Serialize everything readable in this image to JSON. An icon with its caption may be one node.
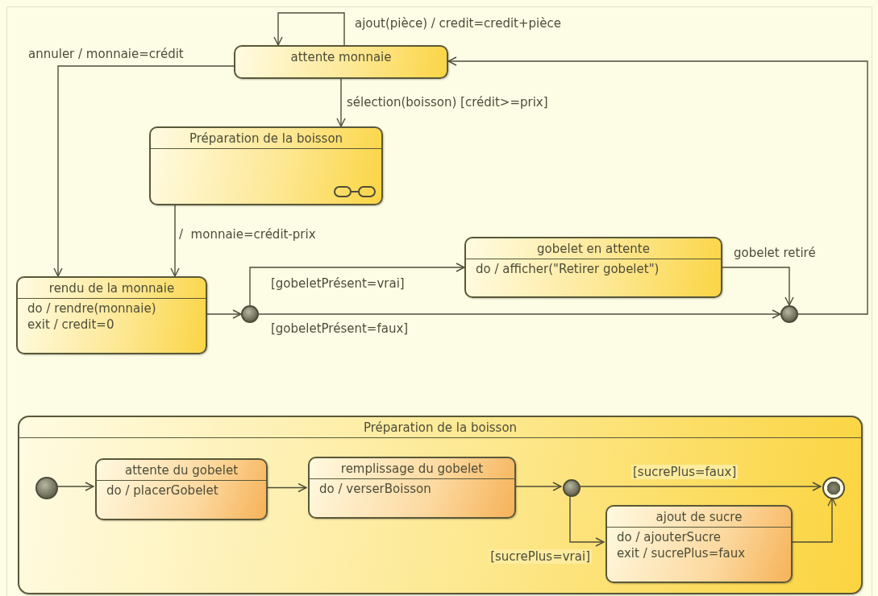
{
  "diagram": {
    "nodes": [
      {
        "text": [
          "attente monnaie"
        ]
      },
      {
        "text": [
          "Préparation de la boisson"
        ]
      },
      {
        "text": [
          "rendu de la monnaie",
          "do / rendre(monnaie)",
          "exit / credit=0"
        ]
      },
      {
        "text": [],
        "shape": "circle"
      },
      {
        "text": [
          "gobelet en attente",
          "do / afficher(\"Retirer gobelet\")"
        ]
      },
      {
        "text": [],
        "shape": "circle"
      },
      {
        "text": [
          "Préparation de la boisson"
        ]
      },
      {
        "text": [],
        "shape": "circle",
        "in": 6
      },
      {
        "text": [
          "attente du gobelet",
          "do / placerGobelet"
        ],
        "in": 6
      },
      {
        "text": [
          "remplissage du gobelet",
          "do / verserBoisson"
        ],
        "in": 6
      },
      {
        "text": [],
        "shape": "circle",
        "in": 6
      },
      {
        "text": [],
        "shape": "bullseye",
        "in": 6
      },
      {
        "text": [
          "ajout de sucre",
          "do / ajouterSucre",
          "exit / sucrePlus=faux"
        ],
        "in": 6
      }
    ],
    "edges": [
      {
        "from": 0,
        "to": 0,
        "arrow": "to",
        "label": "ajout(pièce) / credit=credit+pièce"
      },
      {
        "from": 0,
        "to": 2,
        "arrow": "to",
        "label": "annuler / monnaie=crédit"
      },
      {
        "from": 0,
        "to": 1,
        "arrow": "to",
        "label": "sélection(boisson) [crédit>=prix]"
      },
      {
        "from": 1,
        "to": 2,
        "arrow": "to",
        "label": "/  monnaie=crédit-prix"
      },
      {
        "from": 2,
        "to": 3,
        "arrow": "to"
      },
      {
        "from": 3,
        "to": 4,
        "arrow": "to",
        "label": "[gobeletPrésent=vrai]"
      },
      {
        "from": 3,
        "to": 5,
        "arrow": "to",
        "label": "[gobeletPrésent=faux]"
      },
      {
        "from": 4,
        "to": 5,
        "arrow": "to",
        "label": "gobelet retiré"
      },
      {
        "from": 5,
        "to": 0,
        "arrow": "to"
      },
      {
        "from": 7,
        "to": 8,
        "arrow": "to"
      },
      {
        "from": 8,
        "to": 9,
        "arrow": "to"
      },
      {
        "from": 9,
        "to": 10,
        "arrow": "to"
      },
      {
        "from": 10,
        "to": 11,
        "arrow": "to",
        "label": "[sucrePlus=faux]"
      },
      {
        "from": 10,
        "to": 12,
        "arrow": "to",
        "label": "[sucrePlus=vrai]"
      },
      {
        "from": 12,
        "to": 11,
        "arrow": "to"
      }
    ]
  }
}
